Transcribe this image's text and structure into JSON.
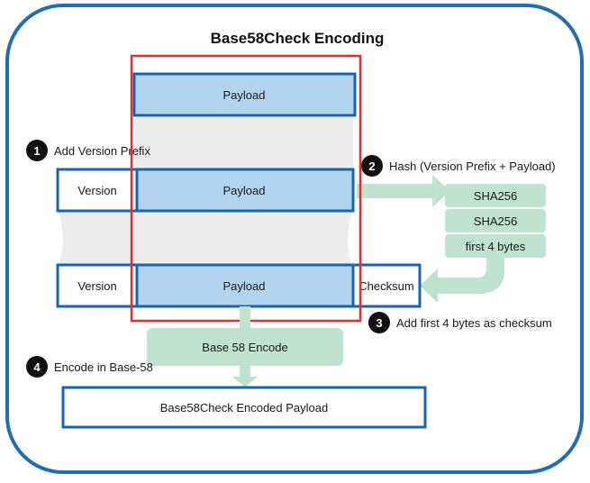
{
  "title": "Base58Check Encoding",
  "payload_label": "Payload",
  "version_label": "Version",
  "checksum_label": "Checksum",
  "steps": [
    {
      "number": "1",
      "label": "Add Version Prefix"
    },
    {
      "number": "2",
      "label": "Hash (Version Prefix + Payload)"
    },
    {
      "number": "3",
      "label": "Add first 4 bytes as checksum"
    },
    {
      "number": "4",
      "label": "Encode in Base-58"
    }
  ],
  "hash_steps": [
    "SHA256",
    "SHA256",
    "first 4 bytes"
  ],
  "encode_label": "Base 58 Encode",
  "result_label": "Base58Check Encoded Payload",
  "colors": {
    "frame": "#1f6db5",
    "payload_fill": "#b3d4ee",
    "box_border": "#1565b0",
    "highlight": "#e03030",
    "process": "#bfe3cf",
    "badge": "#111111"
  }
}
